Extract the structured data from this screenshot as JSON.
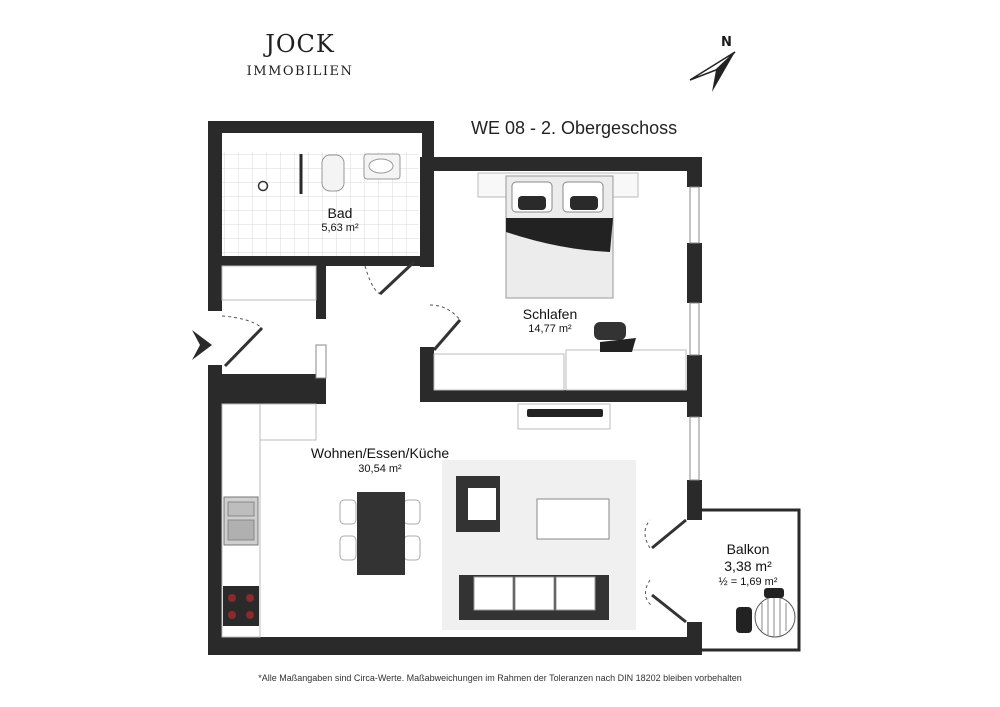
{
  "logo": {
    "name": "JOCK",
    "sub": "IMMOBILIEN"
  },
  "compass": {
    "label": "N"
  },
  "plan": {
    "title": "WE 08 - 2. Obergeschoss"
  },
  "rooms": {
    "bad": {
      "name": "Bad",
      "area": "5,63 m²"
    },
    "schlafen": {
      "name": "Schlafen",
      "area": "14,77 m²"
    },
    "wohnen": {
      "name": "Wohnen/Essen/Küche",
      "area": "30,54 m²"
    },
    "balkon": {
      "name": "Balkon",
      "area": "3,38 m²",
      "area_half": "½ = 1,69 m²"
    }
  },
  "footnote": "*Alle Maßangaben sind Circa-Werte. Maßabweichungen im Rahmen der Toleranzen nach DIN 18202 bleiben vorbehalten",
  "colors": {
    "wall": "#2a2a2a",
    "furniture_dark": "#3a3a3a",
    "rug": "#f0f0f0",
    "tile_grid": "#d8d8d8"
  }
}
